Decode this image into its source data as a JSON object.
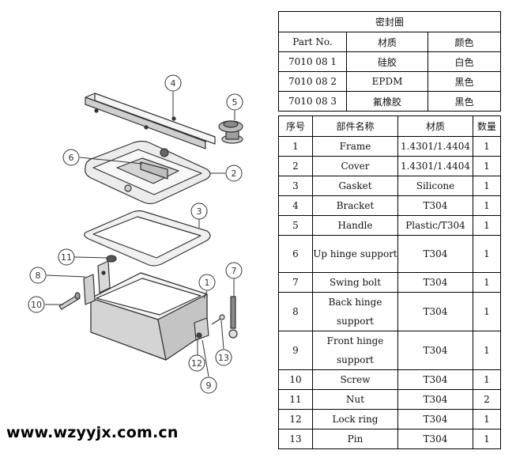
{
  "seal_table": {
    "title": "密封圈",
    "headers": [
      "Part No.",
      "材质",
      "颜色"
    ],
    "rows": [
      [
        "7010 08 1",
        "硅胶",
        "白色"
      ],
      [
        "7010 08 2",
        "EPDM",
        "黑色"
      ],
      [
        "7010 08 3",
        "氟橡胶",
        "黑色"
      ]
    ]
  },
  "parts_table": {
    "headers": [
      "序号",
      "部件名称",
      "材质",
      "数量"
    ],
    "rows": [
      [
        "1",
        "Frame",
        "1.4301/1.4404",
        "1"
      ],
      [
        "2",
        "Cover",
        "1.4301/1.4404",
        "1"
      ],
      [
        "3",
        "Gasket",
        "Silicone",
        "1"
      ],
      [
        "4",
        "Bracket",
        "T304",
        "1"
      ],
      [
        "5",
        "Handle",
        "Plastic/T304",
        "1"
      ],
      [
        "6",
        "Up hinge support",
        "T304",
        "1"
      ],
      [
        "7",
        "Swing bolt",
        "T304",
        "1"
      ],
      [
        "8",
        "Back hinge support",
        "T304",
        "1"
      ],
      [
        "9",
        "Front hinge support",
        "T304",
        "1"
      ],
      [
        "10",
        "Screw",
        "T304",
        "1"
      ],
      [
        "11",
        "Nut",
        "T304",
        "2"
      ],
      [
        "12",
        "Lock ring",
        "T304",
        "1"
      ],
      [
        "13",
        "Pin",
        "T304",
        "1"
      ]
    ]
  },
  "callouts": [
    "1",
    "2",
    "3",
    "4",
    "5",
    "6",
    "7",
    "8",
    "9",
    "10",
    "11",
    "12",
    "13"
  ],
  "watermark": "www.wzyyjx.com.cn",
  "colors": {
    "line": "#333333",
    "fill": "#e8e8e8",
    "shade": "#bdbdbd"
  }
}
